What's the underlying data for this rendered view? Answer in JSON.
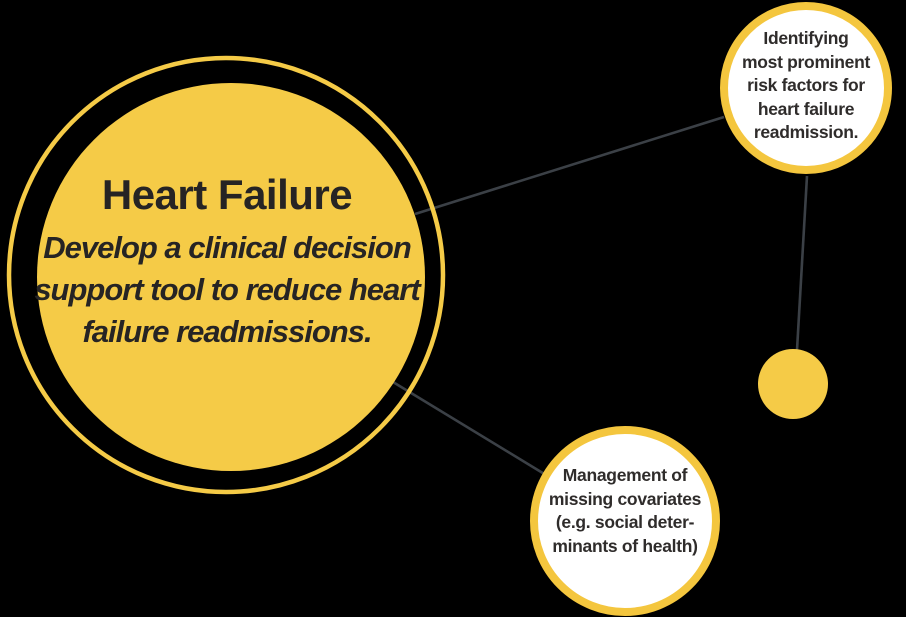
{
  "colors": {
    "background": "#000000",
    "yellow": "#F5CB47",
    "border_yellow": "#F4C63E",
    "node_fill": "#FFFFFF",
    "line": "#3B4046",
    "text_dark": "#262424",
    "node_text": "#2F2C2B"
  },
  "main_node": {
    "title": "Heart Failure",
    "subtitle_lines": [
      "Develop a clinical decision",
      "support tool to reduce heart",
      "failure readmissions."
    ]
  },
  "satellite_nodes": {
    "risk_factors": {
      "lines": [
        "Identifying",
        "most prominent",
        "risk factors for",
        "heart failure",
        "readmission."
      ]
    },
    "missing_covariates": {
      "lines": [
        "Management of",
        "missing covariates",
        "(e.g. social deter-",
        "minants of health)"
      ]
    }
  }
}
